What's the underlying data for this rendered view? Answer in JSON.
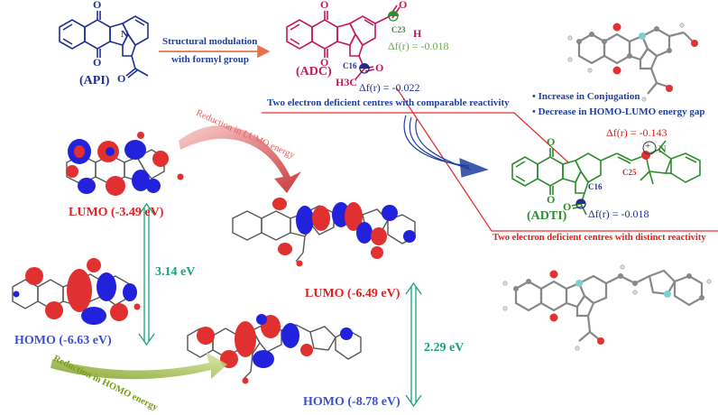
{
  "labels": {
    "api": "(API)",
    "adc": "(ADC)",
    "adti": "(ADTI)",
    "modulation_line1": "Structural modulation",
    "modulation_line2": "with formyl group",
    "two_centres_comparable": "Two electron deficient centres with comparable reactivity",
    "two_centres_distinct": "Two electron deficient centres with distinct reactivity",
    "bullet_1": "Increase in Conjugation",
    "bullet_2": "Decrease in HOMO-LUMO energy gap",
    "reduction_lumo": "Reduction in LUMO energy",
    "reduction_homo": "Reduction in HOMO energy",
    "lumo_api": "LUMO (-3.49 eV)",
    "homo_api": "HOMO (-6.63 eV)",
    "gap_api": "3.14 eV",
    "lumo_adti": "LUMO (-6.49 eV)",
    "homo_adti": "HOMO (-8.78 eV)",
    "gap_adti": "2.29 eV"
  },
  "annotations": {
    "adc_c23": "C23",
    "adc_c23_df": "Δf(r) = -0.018",
    "adc_c16": "C16",
    "adc_c16_df": "Δf(r) = -0.022",
    "adc_h": "H",
    "adc_h3c": "H3C",
    "adc_o_top": "O",
    "adc_o_bottom": "O",
    "adc_o_ald": "O",
    "adc_o_ket": "O",
    "api_n": "N",
    "api_o_top": "O",
    "api_o_bottom": "O",
    "api_o_acetyl": "O",
    "adti_c25_df": "Δf(r) = -0.143",
    "adti_c25": "C25",
    "adti_c16": "C16",
    "adti_c16_df": "Δf(r) = -0.018",
    "adti_n": "N",
    "adti_plus": "+",
    "adti_o_top": "O",
    "adti_o_bottom": "O",
    "adti_o_ket": "O"
  },
  "colors": {
    "api": "#1f2f8f",
    "adc": "#c2185b",
    "adti": "#2e8b2e",
    "blue_text": "#1f3fa0",
    "red_line": "#e53030",
    "lumo_red": "#e02020",
    "homo_blue": "#3c50d0",
    "gap_teal": "#1aa07c",
    "df_green": "#6aa84f",
    "orb_red": "#e03030",
    "orb_blue": "#2222dd"
  }
}
